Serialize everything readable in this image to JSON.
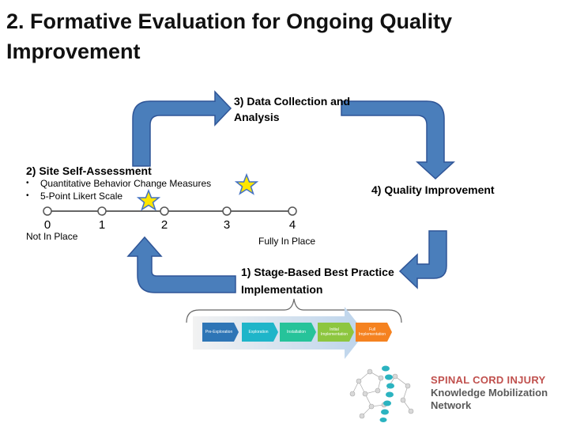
{
  "title": "2. Formative Evaluation for Ongoing Quality Improvement",
  "steps": {
    "data_collection": "3) Data Collection and Analysis",
    "self_assessment": "2) Site Self-Assessment",
    "quality_improvement": "4) Quality Improvement",
    "implementation": "1) Stage-Based Best Practice Implementation"
  },
  "bullets": [
    "Quantitative Behavior Change Measures",
    "5-Point Likert Scale"
  ],
  "scale": {
    "ticks": [
      "0",
      "1",
      "2",
      "3",
      "4"
    ],
    "low_label": "Not In Place",
    "high_label": "Fully In Place"
  },
  "stages": [
    "Pre-Exploration",
    "Exploration",
    "Installation",
    "Initial Implementation",
    "Full Implementation"
  ],
  "logo": {
    "line1": "SPINAL CORD INJURY",
    "line2": "Knowledge Mobilization",
    "line3": "Network"
  },
  "colors": {
    "arrow_fill": "#4a7ebb",
    "arrow_stroke": "#2f5597",
    "star_fill": "#ffe600",
    "star_stroke": "#4472c4",
    "logo_red": "#c0504d",
    "logo_gray": "#595959",
    "stage_colors": [
      "#2e75b6",
      "#1fb5c9",
      "#26c39a",
      "#8dc63f",
      "#f58220"
    ]
  }
}
